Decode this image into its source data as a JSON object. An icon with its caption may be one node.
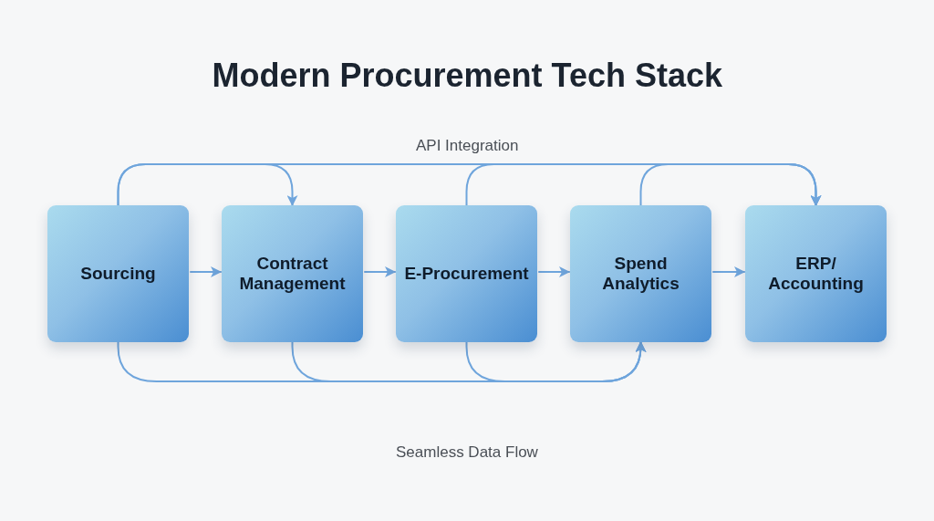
{
  "diagram": {
    "title": "Modern Procurement Tech Stack",
    "nodes": [
      {
        "text": [
          "Sourcing"
        ]
      },
      {
        "text": [
          "Contract Management"
        ]
      },
      {
        "text": [
          "E-Procurement"
        ]
      },
      {
        "text": [
          "Spend Analytics"
        ]
      },
      {
        "text": [
          "ERP/ Accounting"
        ]
      }
    ],
    "edges": [
      {
        "from": 0,
        "to": 1,
        "arrow": "to"
      },
      {
        "from": 1,
        "to": 2,
        "arrow": "to"
      },
      {
        "from": 2,
        "to": 3,
        "arrow": "to"
      },
      {
        "from": 3,
        "to": 4,
        "arrow": "to"
      },
      {
        "from": 0,
        "to": 1,
        "arrow": "to"
      },
      {
        "from": 0,
        "to": 4,
        "arrow": "to"
      },
      {
        "from": 2,
        "to": 4,
        "arrow": "to"
      },
      {
        "from": 3,
        "to": 4,
        "arrow": "to"
      },
      {
        "from": 0,
        "to": 3,
        "arrow": "to"
      },
      {
        "from": 1,
        "to": 3,
        "arrow": "to"
      },
      {
        "from": 2,
        "to": 3,
        "arrow": "to"
      }
    ],
    "labels": [
      "API Integration",
      "Seamless Data Flow"
    ]
  }
}
